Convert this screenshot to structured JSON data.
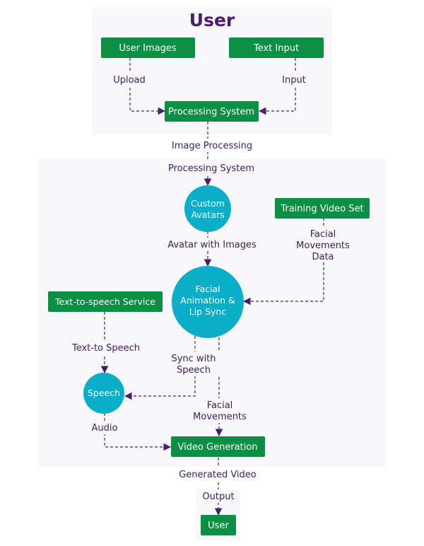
{
  "colors": {
    "box_fill": "#0b8f45",
    "circle_fill": "#0aaec8",
    "edge": "#4a1d6e",
    "panel": "#f8f7fa"
  },
  "groups": {
    "user_group_title": "User"
  },
  "nodes": {
    "user_images": "User Images",
    "text_input": "Text Input",
    "processing_system": "Processing System",
    "custom_avatars": [
      "Custom",
      "Avatars"
    ],
    "training_video_set": "Training Video Set",
    "facial_animation": [
      "Facial",
      "Animation &",
      "Lip Sync"
    ],
    "tts_service": "Text-to-speech Service",
    "speech": "Speech",
    "video_generation": "Video Generation",
    "user_output": "User"
  },
  "edges": {
    "upload": "Upload",
    "input": "Input",
    "image_processing": "Image Processing",
    "processing_system_label": "Processing System",
    "avatar_with_images": "Avatar with Images",
    "facial_movements_data": [
      "Facial",
      "Movements",
      "Data"
    ],
    "text_to_speech": "Text-to Speech",
    "sync_with_speech": [
      "Sync with",
      "Speech"
    ],
    "facial_movements": [
      "Facial",
      "Movements"
    ],
    "audio": "Audio",
    "generated_video": "Generated Video",
    "output": "Output"
  }
}
